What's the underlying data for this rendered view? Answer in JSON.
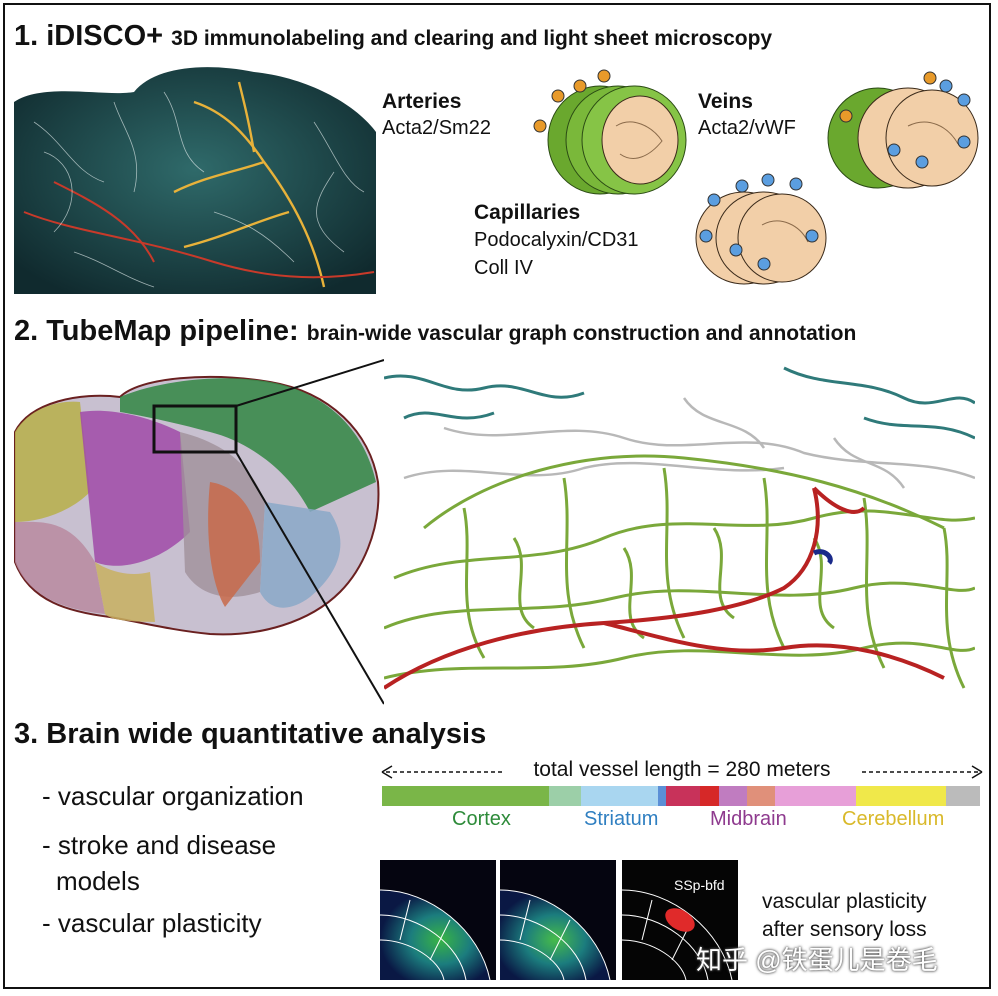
{
  "section1": {
    "number": "1.",
    "title": "iDISCO+",
    "subtitle": "3D immunolabeling and clearing and light sheet microscopy",
    "arteries": {
      "title": "Arteries",
      "markers": "Acta2/Sm22"
    },
    "veins": {
      "title": "Veins",
      "markers": "Acta2/vWF"
    },
    "capillaries": {
      "title": "Capillaries",
      "markers_line1": "Podocalyxin/CD31",
      "markers_line2": "Coll IV"
    }
  },
  "section2": {
    "number": "2.",
    "title": "TubeMap pipeline:",
    "subtitle": "brain-wide vascular graph construction and annotation"
  },
  "section3": {
    "number": "3.",
    "title": "Brain wide quantitative analysis",
    "bullets": [
      "- vascular organization",
      "- stroke and disease",
      "models",
      "- vascular plasticity"
    ],
    "total_length": "total vessel length = 280 meters",
    "regions": [
      {
        "name": "Cortex",
        "color": "#2e8b3a"
      },
      {
        "name": "Striatum",
        "color": "#2f7fc1"
      },
      {
        "name": "Midbrain",
        "color": "#8e3a8e"
      },
      {
        "name": "Cerebellum",
        "color": "#d9b92a"
      }
    ],
    "bar_colors": [
      "#7ab648",
      "#9ccfa8",
      "#a9d6f0",
      "#5b8fd6",
      "#c8325a",
      "#d62828",
      "#c07cc0",
      "#e0907a",
      "#e79fd8",
      "#f0e84a",
      "#bbbbbb"
    ],
    "map_label": "SSp-bfd",
    "plasticity_line1": "vascular plasticity",
    "plasticity_line2": "after sensory loss"
  },
  "watermark": "知乎 @铁蛋儿是卷毛"
}
